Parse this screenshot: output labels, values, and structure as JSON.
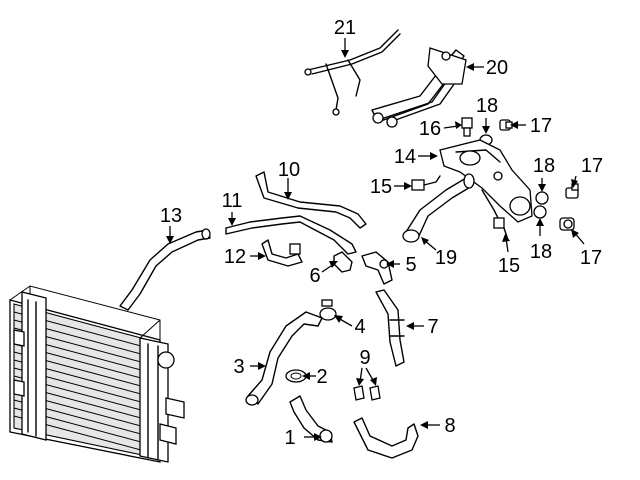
{
  "callouts": [
    {
      "id": "c1",
      "text": "1"
    },
    {
      "id": "c2",
      "text": "2"
    },
    {
      "id": "c3",
      "text": "3"
    },
    {
      "id": "c4",
      "text": "4"
    },
    {
      "id": "c5",
      "text": "5"
    },
    {
      "id": "c6",
      "text": "6"
    },
    {
      "id": "c7",
      "text": "7"
    },
    {
      "id": "c8",
      "text": "8"
    },
    {
      "id": "c9",
      "text": "9"
    },
    {
      "id": "c10",
      "text": "10"
    },
    {
      "id": "c11",
      "text": "11"
    },
    {
      "id": "c12",
      "text": "12"
    },
    {
      "id": "c13",
      "text": "13"
    },
    {
      "id": "c14",
      "text": "14"
    },
    {
      "id": "c15a",
      "text": "15"
    },
    {
      "id": "c15b",
      "text": "15"
    },
    {
      "id": "c16",
      "text": "16"
    },
    {
      "id": "c17a",
      "text": "17"
    },
    {
      "id": "c17b",
      "text": "17"
    },
    {
      "id": "c17c",
      "text": "17"
    },
    {
      "id": "c18a",
      "text": "18"
    },
    {
      "id": "c18b",
      "text": "18"
    },
    {
      "id": "c18c",
      "text": "18"
    },
    {
      "id": "c19",
      "text": "19"
    },
    {
      "id": "c20",
      "text": "20"
    },
    {
      "id": "c21",
      "text": "21"
    }
  ]
}
